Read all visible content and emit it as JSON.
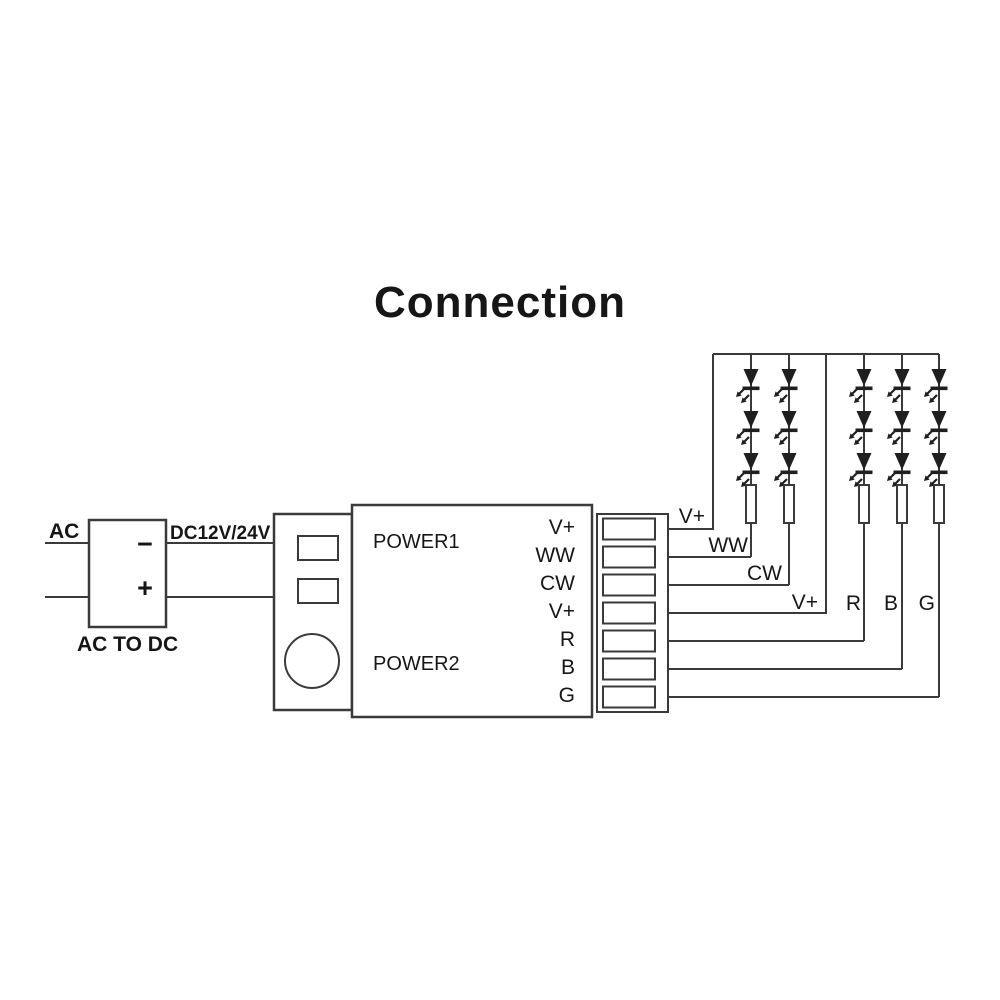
{
  "title": "Connection",
  "power_supply": {
    "input_label": "AC",
    "caption": "AC TO DC",
    "minus_symbol": "−",
    "plus_symbol": "+",
    "output_label": "DC12V/24V"
  },
  "controller": {
    "power1_label": "POWER1",
    "power2_label": "POWER2",
    "terminals": [
      "V+",
      "WW",
      "CW",
      "V+",
      "R",
      "B",
      "G"
    ]
  },
  "wire_labels": [
    "V+",
    "WW",
    "CW",
    "V+",
    "R",
    "B",
    "G"
  ],
  "led_strips": {
    "white_group_columns": 2,
    "rgb_group_columns": 3,
    "leds_per_column": 3
  },
  "colors": {
    "line": "#3a3a3a",
    "symbol": "#1f1f1f",
    "text": "#161616",
    "background": "#ffffff"
  }
}
